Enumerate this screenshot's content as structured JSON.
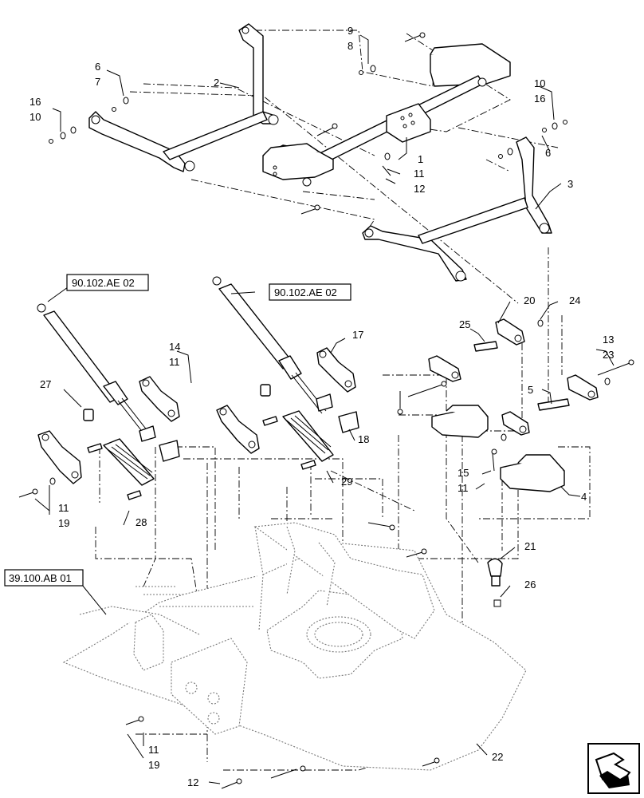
{
  "callouts": [
    "1",
    "2",
    "3",
    "4",
    "5",
    "6",
    "6",
    "7",
    "8",
    "9",
    "10",
    "10",
    "11",
    "11",
    "11",
    "11",
    "11",
    "12",
    "12",
    "13",
    "14",
    "15",
    "16",
    "16",
    "17",
    "18",
    "19",
    "19",
    "20",
    "21",
    "22",
    "23",
    "24",
    "25",
    "26",
    "27",
    "28",
    "29"
  ],
  "references": {
    "ref_a": "90.102.AE 02",
    "ref_b": "90.102.AE 02",
    "ref_c": "39.100.AB 01"
  },
  "icons": {
    "corner": "navigation-arrow-icon"
  }
}
